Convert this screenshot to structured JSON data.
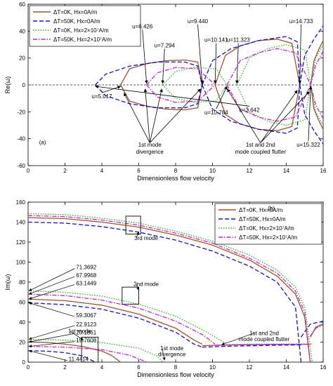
{
  "chart_data": [
    {
      "type": "line",
      "panel_label": "(a)",
      "xlabel": "Dimensionless flow velocity",
      "ylabel": "Re(ω)",
      "xlim": [
        0,
        16
      ],
      "ylim": [
        -60,
        60
      ],
      "xticks": [
        0,
        2,
        4,
        6,
        8,
        10,
        12,
        14,
        16
      ],
      "yticks": [
        -60,
        -40,
        -20,
        0,
        20,
        40,
        60
      ],
      "legend_position": "top-left",
      "series": [
        {
          "name": "ΔT=0K, Hx=0A/m",
          "color": "#a0522d",
          "dash": "solid",
          "branches": [
            {
              "x": [
                5.017,
                5.5,
                6.5,
                7.5,
                8.5,
                9.2,
                9.44
              ],
              "y": [
                0,
                12,
                16,
                18,
                18.5,
                17,
                0
              ]
            },
            {
              "x": [
                5.017,
                5.5,
                6.5,
                7.5,
                8.5,
                9.2,
                9.44
              ],
              "y": [
                0,
                -12,
                -16,
                -18,
                -18.5,
                -17,
                0
              ]
            },
            {
              "x": [
                10.141,
                10.7,
                11.5,
                12.5,
                13.5,
                14.3,
                14.733
              ],
              "y": [
                0,
                22,
                29,
                33,
                34,
                31,
                0
              ]
            },
            {
              "x": [
                10.141,
                10.7,
                11.5,
                12.5,
                13.5,
                14.3,
                14.733
              ],
              "y": [
                0,
                -22,
                -29,
                -33,
                -34,
                -31,
                0
              ]
            },
            {
              "x": [
                15.322,
                15.5,
                15.75,
                16
              ],
              "y": [
                0,
                18,
                26,
                33
              ]
            },
            {
              "x": [
                15.322,
                15.5,
                15.75,
                16
              ],
              "y": [
                0,
                -18,
                -26,
                -33
              ]
            }
          ]
        },
        {
          "name": "ΔT=50K, Hx=0A/m",
          "color": "#1010d0",
          "dash": "dashed",
          "branches": [
            {
              "x": [
                3.642,
                4.2,
                5.5,
                7,
                8.5,
                9.2,
                9.44
              ],
              "y": [
                0,
                8,
                14,
                17,
                17,
                14,
                0
              ]
            },
            {
              "x": [
                3.642,
                4.2,
                5.5,
                7,
                8.5,
                9.2,
                9.44
              ],
              "y": [
                0,
                -8,
                -14,
                -17,
                -17,
                -14,
                0
              ]
            },
            {
              "x": [
                9.44,
                10,
                11,
                12.5,
                14,
                14.6,
                14.733
              ],
              "y": [
                0,
                18,
                27,
                33,
                36,
                32,
                0
              ]
            },
            {
              "x": [
                9.44,
                10,
                11,
                12.5,
                14,
                14.6,
                14.733
              ],
              "y": [
                0,
                -18,
                -27,
                -33,
                -36,
                -32,
                0
              ]
            },
            {
              "x": [
                14.733,
                15,
                15.5,
                16
              ],
              "y": [
                0,
                22,
                34,
                44
              ]
            },
            {
              "x": [
                14.733,
                15,
                15.5,
                16
              ],
              "y": [
                0,
                -22,
                -34,
                -44
              ]
            }
          ]
        },
        {
          "name": "ΔT=0K, Hx=2×10⁷A/m",
          "color": "#22bb22",
          "dash": "dotted",
          "branches": [
            {
              "x": [
                7.294,
                8,
                9,
                10.2,
                10.784
              ],
              "y": [
                0,
                10,
                13,
                12,
                0
              ]
            },
            {
              "x": [
                7.294,
                8,
                9,
                10.2,
                10.784
              ],
              "y": [
                0,
                -10,
                -13,
                -12,
                0
              ]
            },
            {
              "x": [
                11.323,
                12,
                13,
                14,
                15,
                15.322
              ],
              "y": [
                0,
                20,
                27,
                30,
                26,
                0
              ]
            },
            {
              "x": [
                11.323,
                12,
                13,
                14,
                15,
                15.322
              ],
              "y": [
                0,
                -20,
                -27,
                -30,
                -26,
                0
              ]
            },
            {
              "x": [
                15.322,
                15.6,
                16
              ],
              "y": [
                0,
                20,
                30
              ]
            },
            {
              "x": [
                15.322,
                15.6,
                16
              ],
              "y": [
                0,
                -20,
                -30
              ]
            }
          ]
        },
        {
          "name": "ΔT=50K, Hx=2×10⁷A/m",
          "color": "#cc22cc",
          "dash": "dashdot",
          "branches": [
            {
              "x": [
                6.426,
                7,
                8,
                9.2,
                10.141
              ],
              "y": [
                0,
                9,
                13,
                12,
                0
              ]
            },
            {
              "x": [
                6.426,
                7,
                8,
                9.2,
                10.141
              ],
              "y": [
                0,
                -9,
                -13,
                -12,
                0
              ]
            },
            {
              "x": [
                10.784,
                11.5,
                12.5,
                13.5,
                14.5,
                15.322
              ],
              "y": [
                0,
                18,
                24,
                27,
                24,
                0
              ]
            },
            {
              "x": [
                10.784,
                11.5,
                12.5,
                13.5,
                14.5,
                15.322
              ],
              "y": [
                0,
                -18,
                -24,
                -27,
                -24,
                0
              ]
            },
            {
              "x": [
                15.322,
                15.6,
                16
              ],
              "y": [
                0,
                15,
                25
              ]
            },
            {
              "x": [
                15.322,
                15.6,
                16
              ],
              "y": [
                0,
                -15,
                -25
              ]
            }
          ]
        }
      ],
      "annotations": [
        {
          "text": "u=3.642",
          "x": 3.642,
          "y": 0
        },
        {
          "text": "u=5.017",
          "x": 5.017,
          "y": 0
        },
        {
          "text": "u=6.426",
          "x": 6.426,
          "y": 0
        },
        {
          "text": "u=7.294",
          "x": 7.294,
          "y": 0
        },
        {
          "text": "u=9.440",
          "x": 9.44,
          "y": 0
        },
        {
          "text": "u=10.141",
          "x": 10.141,
          "y": 0
        },
        {
          "text": "u=11.323",
          "x": 11.323,
          "y": 0
        },
        {
          "text": "u=10.784",
          "x": 10.784,
          "y": 0
        },
        {
          "text": "u=14.733",
          "x": 14.733,
          "y": 0
        },
        {
          "text": "u=15.322",
          "x": 15.322,
          "y": 0
        },
        {
          "text": "1st mode",
          "x": 6.6,
          "y": -46
        },
        {
          "text": "divergence",
          "x": 6.6,
          "y": -51
        },
        {
          "text": "1st and 2nd",
          "x": 12.6,
          "y": -46
        },
        {
          "text": "mode coupled flutter",
          "x": 12.6,
          "y": -51
        }
      ]
    },
    {
      "type": "line",
      "panel_label": "(b)",
      "xlabel": "Dimensionless flow velocity",
      "ylabel": "Im(ω)",
      "xlim": [
        0,
        16
      ],
      "ylim": [
        0,
        160
      ],
      "xticks": [
        0,
        2,
        4,
        6,
        8,
        10,
        12,
        14,
        16
      ],
      "yticks": [
        0,
        20,
        40,
        60,
        80,
        100,
        120,
        140,
        160
      ],
      "legend_position": "top-right",
      "series": [
        {
          "name": "ΔT=0K, Hx=0A/m",
          "color": "#a0522d",
          "dash": "solid",
          "branches": [
            {
              "x": [
                0,
                2,
                4,
                6,
                8,
                10,
                12,
                13.5,
                14.5,
                15,
                15.3
              ],
              "y": [
                144.5,
                143.5,
                140,
                135,
                127,
                117,
                102,
                86,
                68,
                45,
                0
              ]
            },
            {
              "x": [
                0,
                2,
                4,
                6,
                8,
                9,
                9.44
              ],
              "y": [
                63.1,
                61.5,
                57,
                48,
                34,
                22,
                18
              ]
            },
            {
              "x": [
                0,
                1,
                2,
                3,
                4,
                4.5,
                5.017
              ],
              "y": [
                20.2,
                19.7,
                18,
                15.5,
                11,
                7,
                0
              ]
            },
            {
              "x": [
                9.44,
                11,
                13,
                14.5,
                15.3
              ],
              "y": [
                16.5,
                17.2,
                17.6,
                17.8,
                17.8
              ]
            },
            {
              "x": [
                15.3,
                15.6,
                16
              ],
              "y": [
                25,
                35,
                38
              ]
            }
          ]
        },
        {
          "name": "ΔT=50K, Hx=0A/m",
          "color": "#1010d0",
          "dash": "dashed",
          "branches": [
            {
              "x": [
                0,
                2,
                4,
                6,
                8,
                10,
                12,
                13.5,
                14.5,
                14.8
              ],
              "y": [
                140,
                139,
                135.5,
                130,
                122,
                111,
                96,
                80,
                55,
                0
              ]
            },
            {
              "x": [
                0,
                2,
                4,
                6,
                8,
                9,
                9.44
              ],
              "y": [
                59.3,
                57.5,
                53,
                44,
                30,
                18,
                15
              ]
            },
            {
              "x": [
                0,
                1,
                2,
                3,
                3.642
              ],
              "y": [
                11.4,
                11,
                9.5,
                6,
                0
              ]
            },
            {
              "x": [
                9.44,
                11,
                13,
                14.5,
                14.8
              ],
              "y": [
                15,
                16,
                16.8,
                17.2,
                17.2
              ]
            },
            {
              "x": [
                14.8,
                15.3,
                16
              ],
              "y": [
                25,
                38,
                41
              ]
            }
          ]
        },
        {
          "name": "ΔT=0K, Hx=2×10⁷A/m",
          "color": "#22bb22",
          "dash": "dotted",
          "branches": [
            {
              "x": [
                0,
                2,
                4,
                6,
                8,
                10,
                12,
                13.5,
                14.5,
                15,
                15.4
              ],
              "y": [
                148.5,
                147.5,
                144,
                139,
                131,
                121,
                107,
                92,
                75,
                55,
                0
              ]
            },
            {
              "x": [
                0,
                2,
                4,
                6,
                8,
                9.5,
                10.784
              ],
              "y": [
                71.4,
                69.8,
                66,
                58,
                46,
                32,
                18
              ]
            },
            {
              "x": [
                0,
                2,
                4,
                6,
                7,
                7.294
              ],
              "y": [
                22.9,
                22,
                19.5,
                14,
                6,
                0
              ]
            },
            {
              "x": [
                10.784,
                12,
                13.5,
                15.4
              ],
              "y": [
                17.5,
                18,
                18.2,
                18.2
              ]
            },
            {
              "x": [
                15.4,
                15.7,
                16
              ],
              "y": [
                28,
                36,
                39
              ]
            }
          ]
        },
        {
          "name": "ΔT=50K, Hx=2×10⁷A/m",
          "color": "#cc22cc",
          "dash": "dashdot",
          "branches": [
            {
              "x": [
                0,
                2,
                4,
                6,
                8,
                10,
                12,
                13.5,
                14.5,
                15,
                15.3
              ],
              "y": [
                146.5,
                145.5,
                142,
                137,
                129,
                119,
                104,
                89,
                71,
                50,
                0
              ]
            },
            {
              "x": [
                0,
                2,
                4,
                6,
                8,
                9.5,
                10.141
              ],
              "y": [
                68,
                66.5,
                62,
                54,
                41,
                27,
                18
              ]
            },
            {
              "x": [
                0,
                2,
                4,
                5.5,
                6.426
              ],
              "y": [
                15.8,
                15,
                12.5,
                7,
                0
              ]
            },
            {
              "x": [
                10.141,
                12,
                13.5,
                15.3
              ],
              "y": [
                17,
                17.6,
                17.8,
                17.9
              ]
            },
            {
              "x": [
                15.3,
                15.6,
                16
              ],
              "y": [
                26,
                34,
                37
              ]
            }
          ]
        }
      ],
      "annotations": [
        {
          "text": "71.3692",
          "x": 0,
          "y": 71.3692
        },
        {
          "text": "67.9968",
          "x": 0,
          "y": 67.9968
        },
        {
          "text": "63.1449",
          "x": 0,
          "y": 63.1449
        },
        {
          "text": "59.3067",
          "x": 0,
          "y": 59.3067
        },
        {
          "text": "22.9123",
          "x": 0,
          "y": 22.9123
        },
        {
          "text": "20.1861",
          "x": 0,
          "y": 20.1861
        },
        {
          "text": "15.7608",
          "x": 0,
          "y": 15.7608
        },
        {
          "text": "11.4414",
          "x": 0,
          "y": 11.4414
        },
        {
          "text": "3rd mode",
          "x": 6.4,
          "y": 122
        },
        {
          "text": "2nd mode",
          "x": 6.4,
          "y": 76
        },
        {
          "text": "1st mode",
          "x": 2.8,
          "y": 29
        },
        {
          "text": "1st mode",
          "x": 7.8,
          "y": 12
        },
        {
          "text": "divergence",
          "x": 7.8,
          "y": 6
        },
        {
          "text": "1st and 2nd",
          "x": 12.8,
          "y": 27
        },
        {
          "text": "mode coupled flutter",
          "x": 12.8,
          "y": 21
        }
      ]
    }
  ]
}
